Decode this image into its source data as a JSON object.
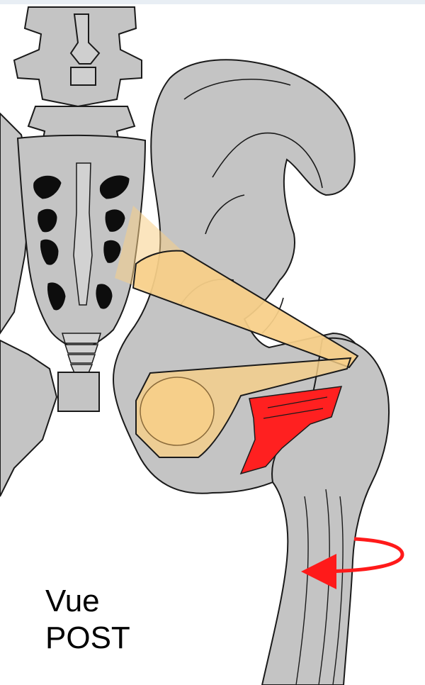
{
  "diagram": {
    "view_label": {
      "line1": "Vue",
      "line2": "POST"
    },
    "colors": {
      "background": "#ffffff",
      "bone_fill": "#c4c4c4",
      "bone_outline": "#1a1a1a",
      "foramen_fill": "#0d0d0d",
      "muscle_overlay_fill": "#f7cf88",
      "highlighted_muscle_fill": "#ff2020",
      "rotation_arrow": "#ff1a1a"
    },
    "structures": [
      "lumbar-vertebrae",
      "sacrum",
      "coccyx",
      "iliac-bone",
      "femur",
      "piriformis-muscle-overlay",
      "obturator-muscle-overlay",
      "highlighted-muscle",
      "rotation-arrow"
    ]
  }
}
